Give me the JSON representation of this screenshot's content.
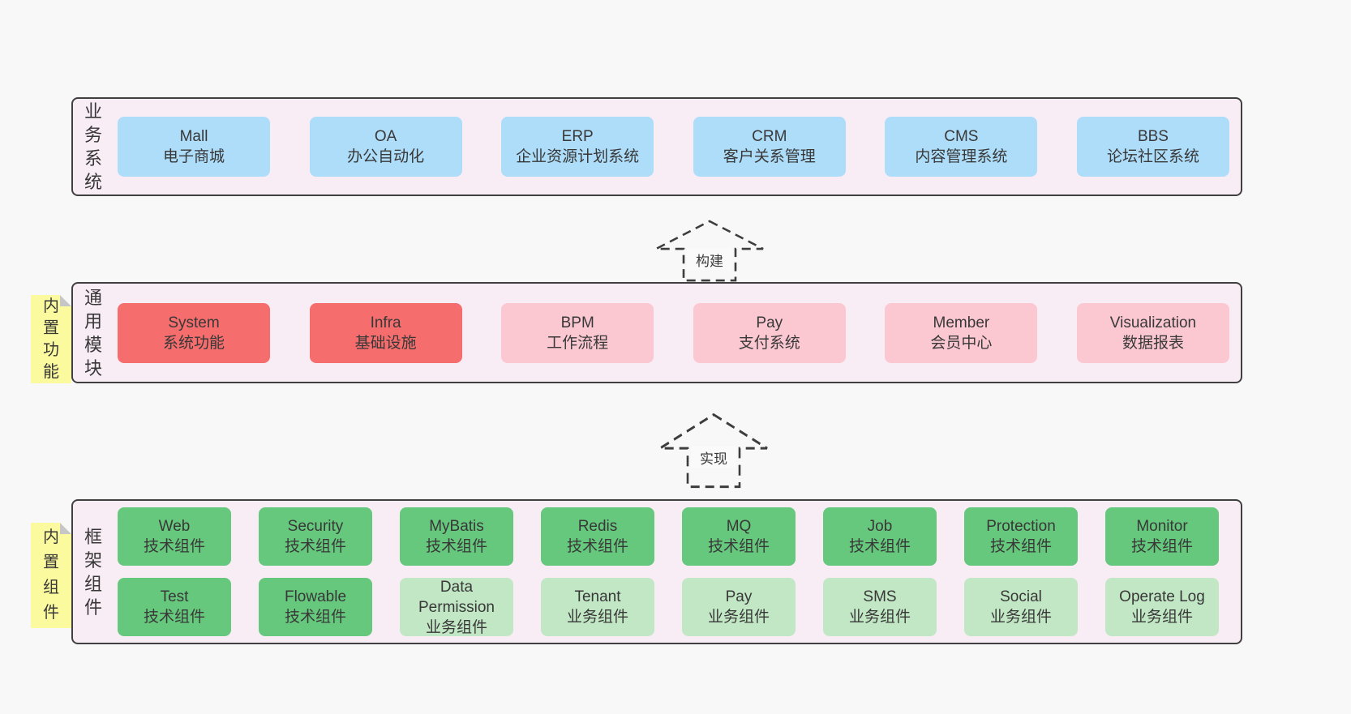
{
  "bands": [
    {
      "id": "business-systems",
      "label": "业务系统",
      "boxes": [
        {
          "title": "Mall",
          "subtitle": "电子商城",
          "variant": "blue"
        },
        {
          "title": "OA",
          "subtitle": "办公自动化",
          "variant": "blue"
        },
        {
          "title": "ERP",
          "subtitle": "企业资源计划系统",
          "variant": "blue"
        },
        {
          "title": "CRM",
          "subtitle": "客户关系管理",
          "variant": "blue"
        },
        {
          "title": "CMS",
          "subtitle": "内容管理系统",
          "variant": "blue"
        },
        {
          "title": "BBS",
          "subtitle": "论坛社区系统",
          "variant": "blue"
        }
      ]
    },
    {
      "id": "common-modules",
      "label": "通用模块",
      "tab": "内置功能",
      "boxes": [
        {
          "title": "System",
          "subtitle": "系统功能",
          "variant": "red"
        },
        {
          "title": "Infra",
          "subtitle": "基础设施",
          "variant": "red"
        },
        {
          "title": "BPM",
          "subtitle": "工作流程",
          "variant": "pink"
        },
        {
          "title": "Pay",
          "subtitle": "支付系统",
          "variant": "pink"
        },
        {
          "title": "Member",
          "subtitle": "会员中心",
          "variant": "pink"
        },
        {
          "title": "Visualization",
          "subtitle": "数据报表",
          "variant": "pink"
        }
      ]
    },
    {
      "id": "framework-components",
      "label": "框架组件",
      "tab": "内置组件",
      "rows": [
        [
          {
            "title": "Web",
            "subtitle": "技术组件",
            "variant": "green"
          },
          {
            "title": "Security",
            "subtitle": "技术组件",
            "variant": "green"
          },
          {
            "title": "MyBatis",
            "subtitle": "技术组件",
            "variant": "green"
          },
          {
            "title": "Redis",
            "subtitle": "技术组件",
            "variant": "green"
          },
          {
            "title": "MQ",
            "subtitle": "技术组件",
            "variant": "green"
          },
          {
            "title": "Job",
            "subtitle": "技术组件",
            "variant": "green"
          },
          {
            "title": "Protection",
            "subtitle": "技术组件",
            "variant": "green"
          },
          {
            "title": "Monitor",
            "subtitle": "技术组件",
            "variant": "green"
          }
        ],
        [
          {
            "title": "Test",
            "subtitle": "技术组件",
            "variant": "green"
          },
          {
            "title": "Flowable",
            "subtitle": "技术组件",
            "variant": "green"
          },
          {
            "title": "Data Permission",
            "subtitle": "业务组件",
            "variant": "lightgreen"
          },
          {
            "title": "Tenant",
            "subtitle": "业务组件",
            "variant": "lightgreen"
          },
          {
            "title": "Pay",
            "subtitle": "业务组件",
            "variant": "lightgreen"
          },
          {
            "title": "SMS",
            "subtitle": "业务组件",
            "variant": "lightgreen"
          },
          {
            "title": "Social",
            "subtitle": "业务组件",
            "variant": "lightgreen"
          },
          {
            "title": "Operate Log",
            "subtitle": "业务组件",
            "variant": "lightgreen"
          }
        ]
      ]
    }
  ],
  "arrows": [
    {
      "label": "构建"
    },
    {
      "label": "实现"
    }
  ],
  "colors": {
    "page_bg": "#f8f8f8",
    "band_bg": "#f8ecf5",
    "band_border": "#404040",
    "blue": "#aeddfa",
    "red": "#f56d6d",
    "pink": "#fbc8d2",
    "green": "#66c87d",
    "light_green": "#c2e7c5",
    "yellow_tab": "#fbfa9e",
    "fold_gray": "#c6c6c6",
    "text": "#383838"
  }
}
